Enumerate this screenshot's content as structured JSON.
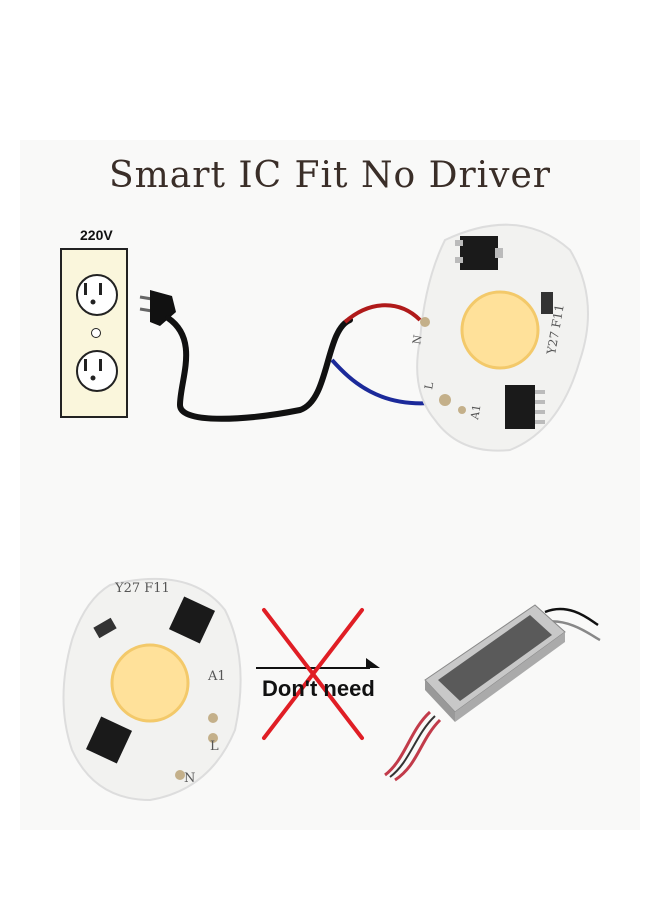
{
  "title": "Smart IC Fit No Driver",
  "top_diagram": {
    "voltage_label": "220V",
    "chip_labels": {
      "model": "Y27 F11",
      "a1": "A1",
      "n": "N",
      "l": "L"
    }
  },
  "bottom_diagram": {
    "chip_labels": {
      "model": "Y27 F11",
      "a1": "A1",
      "n": "N",
      "l": "L"
    },
    "dont_need": "Don't need"
  }
}
